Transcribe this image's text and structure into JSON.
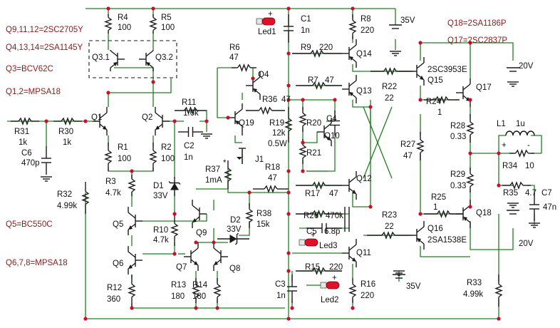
{
  "notes": {
    "q9_11_12": "Q9,11,12=2SC2705Y",
    "q4_13_14": "Q4,13,14=2SA1145Y",
    "q3": "Q3=BCV62C",
    "q1_2": "Q1,2=MPSA18",
    "q5": "Q5=BC550C",
    "q6_7_8": "Q6,7,8=MPSA18",
    "q18": "Q18=2SA1186P",
    "q17": "Q17=2SC2837P"
  },
  "supplies": {
    "v35_top": "35V",
    "v35_bottom": "35V",
    "v20_top": "20V",
    "v20_bottom": "20V"
  },
  "transistors": {
    "q1": "Q1",
    "q2": "Q2",
    "q3_1": "Q3.1",
    "q3_2": "Q3.2",
    "q4": "Q4",
    "q5": "Q5",
    "q6": "Q6",
    "q7": "Q7",
    "q8": "Q8",
    "q9": "Q9",
    "q10": "Q10",
    "q11": "Q11",
    "q12": "Q12",
    "q13": "Q13",
    "q14": "Q14",
    "q15": "Q15",
    "q15_type": "2SC3953E",
    "q16": "Q16",
    "q16_type": "2SA1538E",
    "q17": "Q17",
    "q18": "Q18",
    "q19": "Q19",
    "j1": "J1"
  },
  "resistors": {
    "r1": {
      "ref": "R1",
      "value": "100"
    },
    "r2": {
      "ref": "R2",
      "value": "100"
    },
    "r3": {
      "ref": "R3",
      "value": "4.7k"
    },
    "r4": {
      "ref": "R4",
      "value": "100"
    },
    "r5": {
      "ref": "R5",
      "value": "100"
    },
    "r6": {
      "ref": "R6",
      "value": "47"
    },
    "r7": {
      "ref": "R7",
      "value": "47"
    },
    "r8": {
      "ref": "R8",
      "value": "220"
    },
    "r9": {
      "ref": "R9",
      "value": "220"
    },
    "r10": {
      "ref": "R10",
      "value": "4.7k"
    },
    "r11": {
      "ref": "R11",
      "value": "1.6k"
    },
    "r12": {
      "ref": "R12",
      "value": "360"
    },
    "r13": {
      "ref": "R13",
      "value": "180"
    },
    "r14": {
      "ref": "R14",
      "value": "180"
    },
    "r15": {
      "ref": "R15",
      "value": "220"
    },
    "r16": {
      "ref": "R16",
      "value": "220"
    },
    "r17": {
      "ref": "R17",
      "value": "47"
    },
    "r18": {
      "ref": "R18",
      "value": "47"
    },
    "r19": {
      "ref": "R19",
      "value": "12k",
      "extra": "0.5W"
    },
    "r20": {
      "ref": "R20",
      "value": ""
    },
    "r21": {
      "ref": "R21",
      "value": ""
    },
    "r22": {
      "ref": "R22",
      "value": "22"
    },
    "r23": {
      "ref": "R23",
      "value": "22"
    },
    "r24": {
      "ref": "R24",
      "value": "1"
    },
    "r25": {
      "ref": "R25",
      "value": "1"
    },
    "r26": {
      "ref": "R26",
      "value": "470k"
    },
    "r27": {
      "ref": "R27",
      "value": "47"
    },
    "r28": {
      "ref": "R28",
      "value": "0.33"
    },
    "r29": {
      "ref": "R29",
      "value": "0.33"
    },
    "r30": {
      "ref": "R30",
      "value": "1k"
    },
    "r31": {
      "ref": "R31",
      "value": "1k"
    },
    "r32": {
      "ref": "R32",
      "value": "4.99k"
    },
    "r33": {
      "ref": "R33",
      "value": "4.99k"
    },
    "r34": {
      "ref": "R34",
      "value": "10"
    },
    "r35": {
      "ref": "R35",
      "value": "4.7"
    },
    "r36": {
      "ref": "R36",
      "value": "47"
    },
    "r37": {
      "ref": "R37",
      "value": "1mA",
      "mark": "*"
    },
    "r38": {
      "ref": "R38",
      "value": "15k"
    }
  },
  "capacitors": {
    "c1": {
      "ref": "C1",
      "value": "1n"
    },
    "c2": {
      "ref": "C2",
      "value": "1n"
    },
    "c3": {
      "ref": "C3",
      "value": "1n"
    },
    "c4": {
      "ref": "C4",
      "value": ""
    },
    "c5": {
      "ref": "C5",
      "value": "6.8p"
    },
    "c6": {
      "ref": "C6",
      "value": "470p"
    },
    "c7": {
      "ref": "C7",
      "value": "47n"
    }
  },
  "diodes": {
    "d1": {
      "ref": "D1",
      "value": "33V"
    },
    "d2": {
      "ref": "D2",
      "value": "33V"
    }
  },
  "leds": {
    "led1": "Led1",
    "led2": "Led2",
    "led3": "Led3"
  },
  "inductor": {
    "ref": "L1",
    "value": "1u"
  },
  "inductor_marks": {
    "plus": "+",
    "minus": "-"
  },
  "led_polarity": "+"
}
